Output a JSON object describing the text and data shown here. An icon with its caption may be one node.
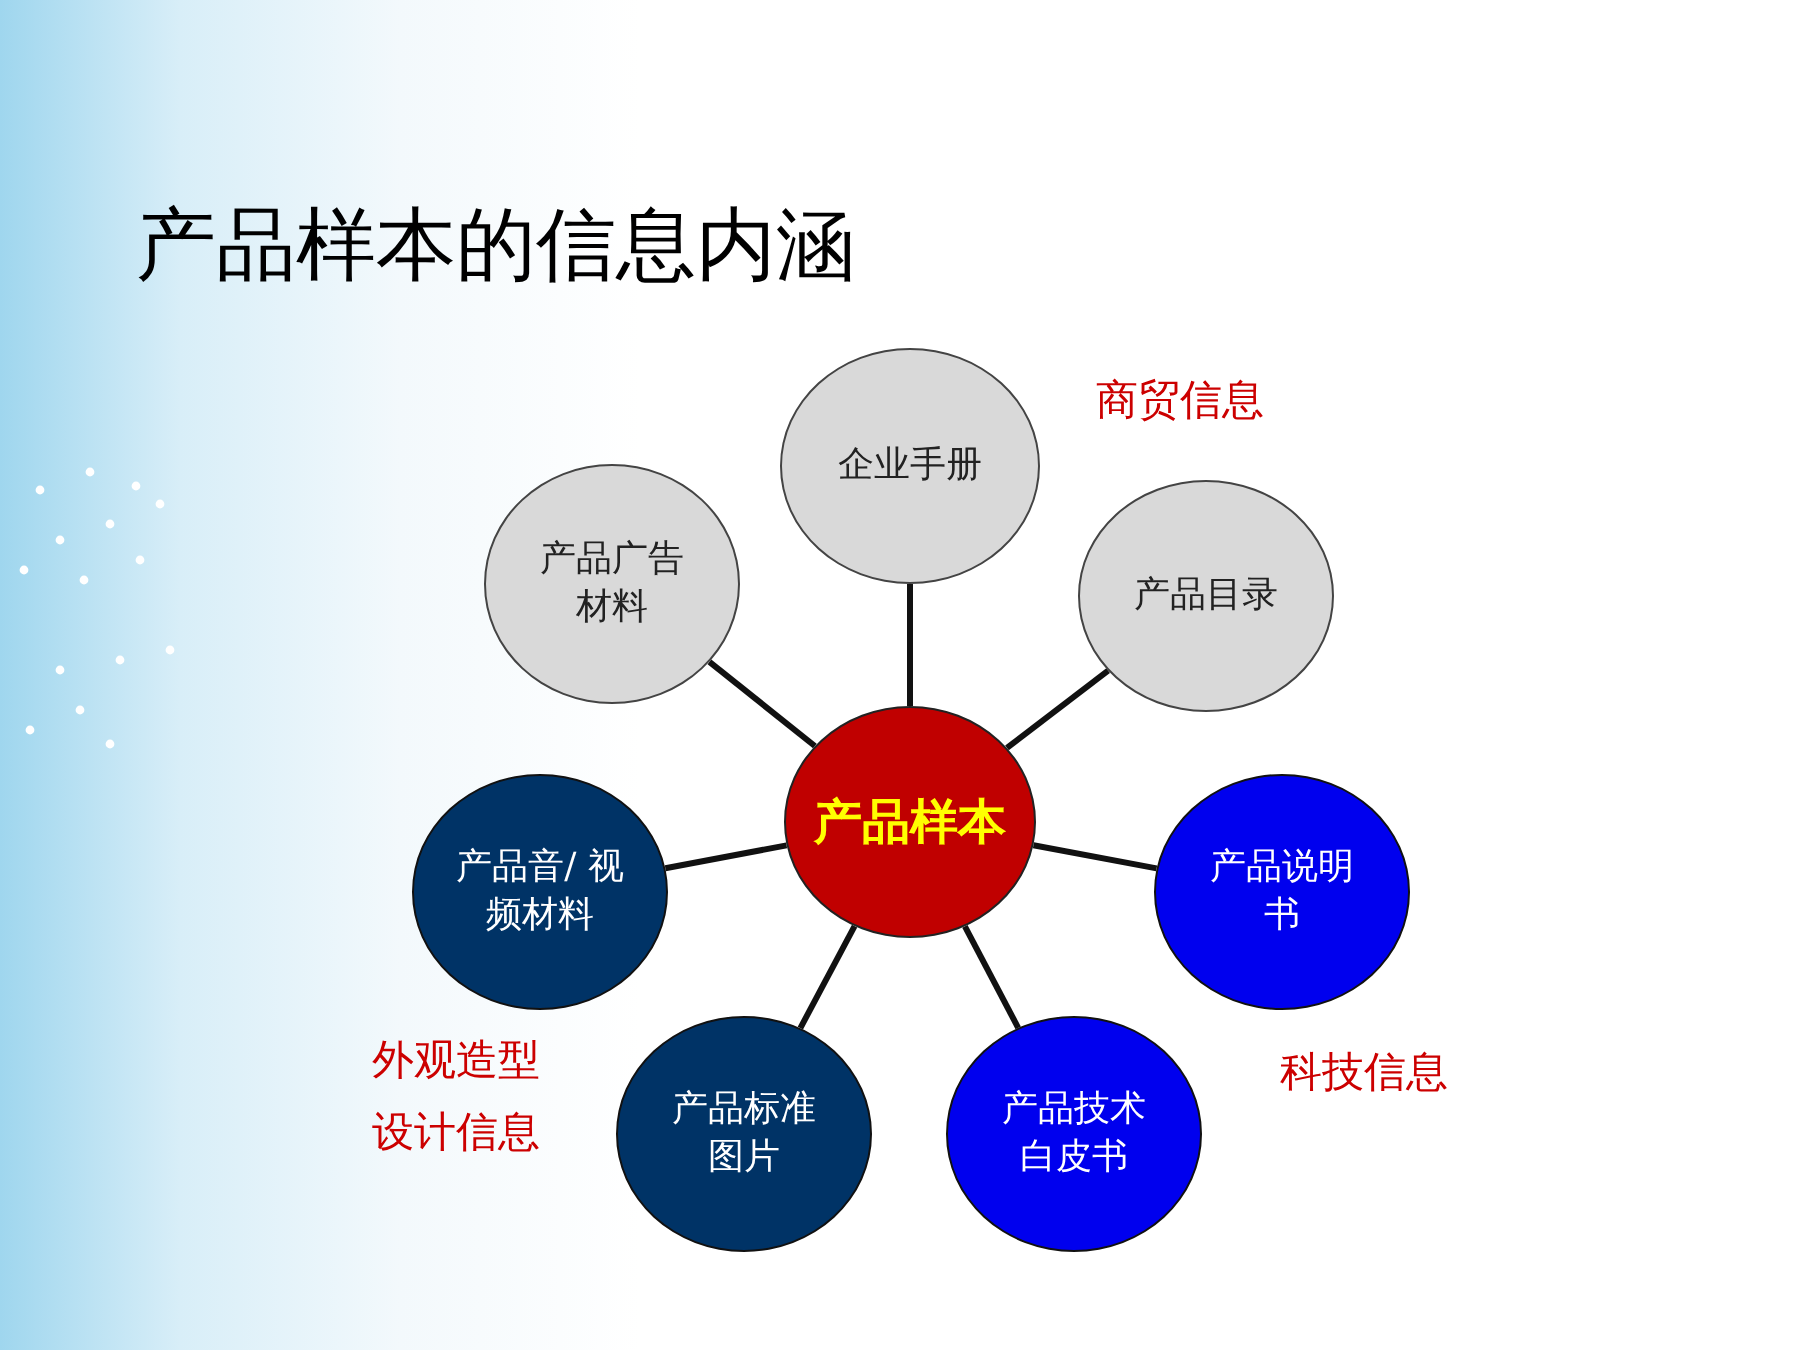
{
  "diagram": {
    "title": "产品样本的信息内涵",
    "nodes": [
      {
        "text": [
          "产品样本"
        ]
      },
      {
        "text": [
          "企业手册"
        ]
      },
      {
        "text": [
          "产品广告材料"
        ]
      },
      {
        "text": [
          "产品目录"
        ]
      },
      {
        "text": [
          "产品音/ 视频材料"
        ]
      },
      {
        "text": [
          "产品说明书"
        ]
      },
      {
        "text": [
          "产品标准图片"
        ]
      },
      {
        "text": [
          "产品技术白皮书"
        ]
      }
    ],
    "edges": [
      {
        "from": 0,
        "to": 1,
        "arrow": "none"
      },
      {
        "from": 0,
        "to": 2,
        "arrow": "none"
      },
      {
        "from": 0,
        "to": 3,
        "arrow": "none"
      },
      {
        "from": 0,
        "to": 4,
        "arrow": "none"
      },
      {
        "from": 0,
        "to": 5,
        "arrow": "none"
      },
      {
        "from": 0,
        "to": 6,
        "arrow": "none"
      },
      {
        "from": 0,
        "to": 7,
        "arrow": "none"
      }
    ],
    "labels": [
      "商贸信息",
      "外观造型设计信息",
      "科技信息"
    ]
  }
}
